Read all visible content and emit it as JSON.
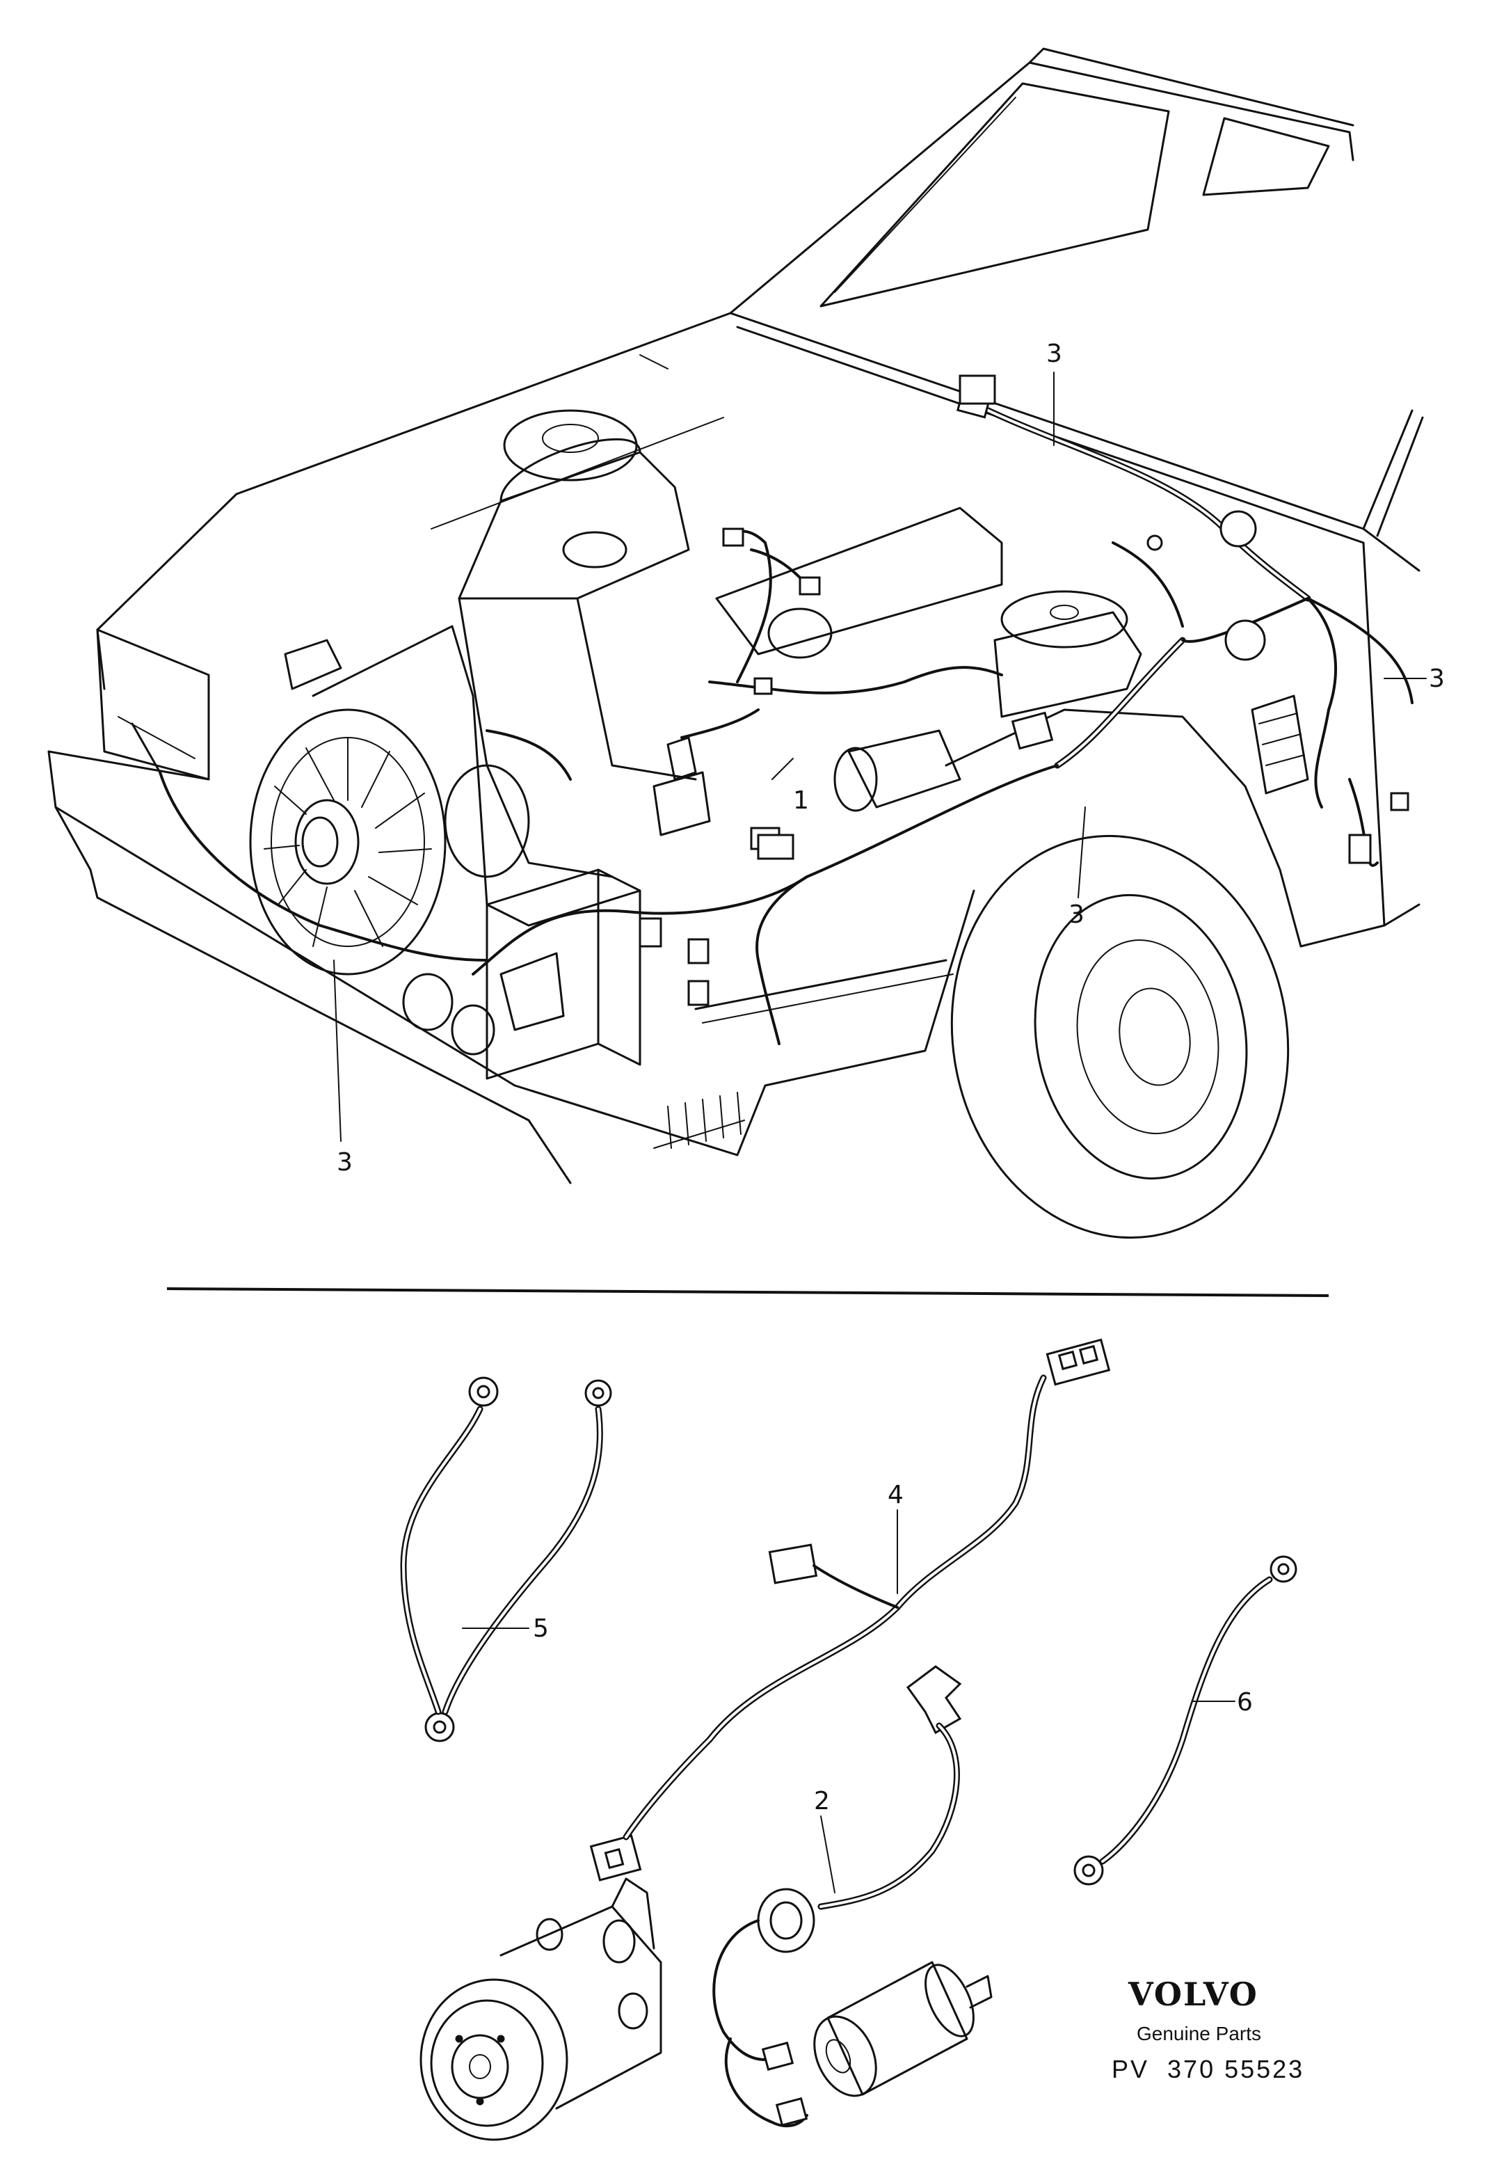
{
  "callouts": {
    "c1": "1",
    "c2": "2",
    "c3_top": "3",
    "c3_right": "3",
    "c3_mid": "3",
    "c3_left": "3",
    "c4": "4",
    "c5": "5",
    "c6": "6"
  },
  "logo": {
    "brand": "VOLVO",
    "tagline": "Genuine Parts",
    "reference": "PV  370 55523"
  }
}
